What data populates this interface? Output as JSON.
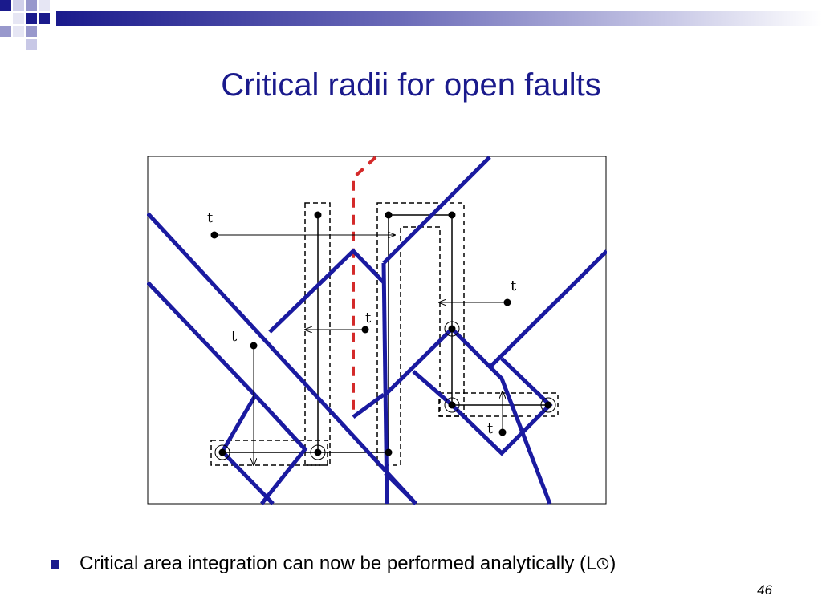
{
  "slide": {
    "title": "Critical radii for open faults",
    "bullets": [
      {
        "text": "Critical area integration can now be performed analytically (L"
      }
    ],
    "page_number": "46"
  },
  "diagram": {
    "labels": [
      "t",
      "t",
      "t",
      "t",
      "t"
    ],
    "colors": {
      "wire": "#1a1aa0",
      "fault": "#d42a2a",
      "frame": "#000000",
      "title": "#1a1a8c"
    }
  },
  "icons": [
    "clock-icon",
    "square-bullet-icon"
  ]
}
